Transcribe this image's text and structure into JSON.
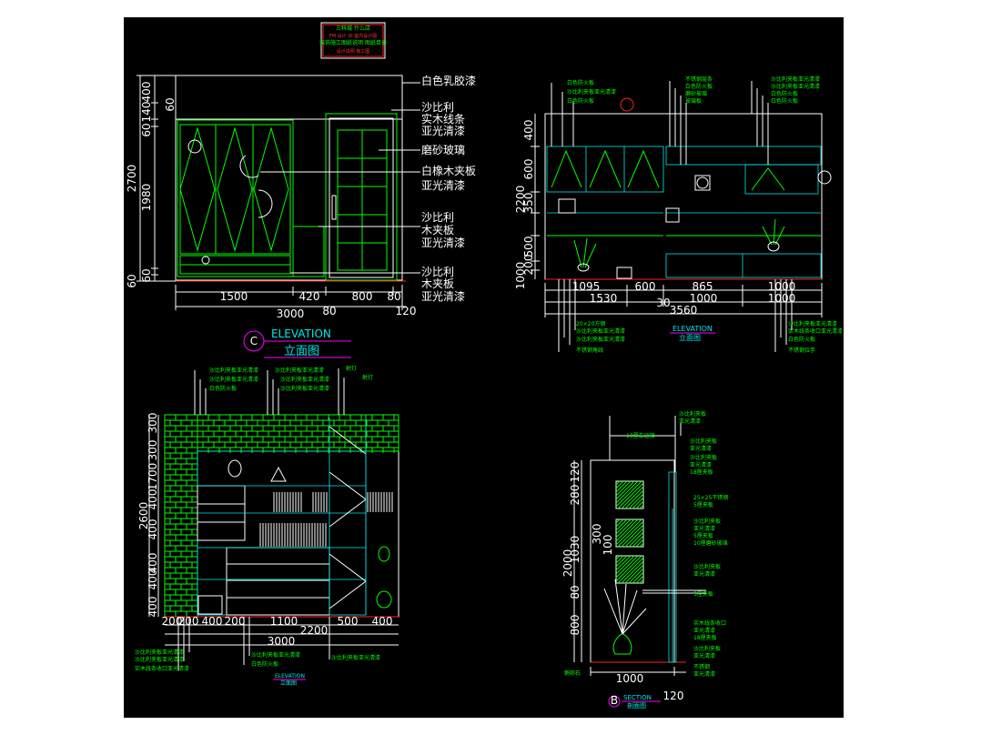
{
  "title_block": {
    "line1": "三科城  什么店",
    "line2": "FM 设计  ID 室内设计图",
    "line3": "装饰施工图纸说明 图纸目录",
    "line4": "设计说明 施工图"
  },
  "view1": {
    "labels": [
      "白色乳胶漆",
      "沙比利",
      "实木线条",
      "亚光清漆",
      "磨砂玻璃",
      "白橡木夹板",
      "亚光清漆",
      "沙比利",
      "木夹板",
      "亚光清漆",
      "沙比利",
      "木夹板",
      "亚光清漆"
    ],
    "dims_vertical": [
      "400",
      "140",
      "60",
      "60",
      "2700",
      "1980",
      "60",
      "60"
    ],
    "dims_horizontal": [
      "1500",
      "420",
      "800",
      "80",
      "80",
      "3000",
      "120"
    ],
    "marker": "C",
    "title_en": "ELEVATION",
    "title_cn": "立面图"
  },
  "view2": {
    "labels_top_left": [
      "白色防火板",
      "沙比利夹板亚光清漆",
      "白色防火板"
    ],
    "labels_top_right": [
      "不锈钢层条",
      "白色防火板",
      "磨砂玻璃",
      "玻璃板",
      "沙比利夹板亚光清漆",
      "沙比利夹板亚光清漆",
      "白色防火板",
      "白色防火板"
    ],
    "dims_vertical": [
      "400",
      "600",
      "350",
      "2200",
      "500",
      "200",
      "1000"
    ],
    "dims_horizontal": [
      "1095",
      "600",
      "865",
      "1000",
      "1530",
      "30",
      "1000",
      "1000",
      "3560"
    ],
    "labels_bottom_left": [
      "20×20方钢",
      "沙比利夹板亚光清漆",
      "沙比利夹板亚光清漆",
      "不锈钢角线"
    ],
    "labels_bottom_right": [
      "沙比利夹板亚光清漆",
      "实木线条收口亚光清漆",
      "白色防火板",
      "不锈钢拉手"
    ],
    "title_en": "ELEVATION",
    "title_cn": "立面图"
  },
  "view3": {
    "labels_top": [
      "沙比利夹板亚光清漆",
      "沙比利夹板亚光清漆",
      "白色防火板",
      "沙比利夹板亚光清漆",
      "沙比利夹板亚光清漆",
      "沙比利夹板亚光清漆",
      "射灯",
      "射灯"
    ],
    "dims_vertical": [
      "300",
      "300",
      "1700",
      "400",
      "400",
      "400",
      "2600",
      "400",
      "400"
    ],
    "dims_horizontal": [
      "200",
      "200",
      "400",
      "200",
      "1100",
      "500",
      "400",
      "2200",
      "3000"
    ],
    "labels_bottom": [
      "沙比利夹板亚光清漆",
      "沙比利夹板亚光清漆",
      "实木线条收口亚光清漆",
      "沙比利夹板亚光清漆",
      "白色防火板",
      "沙比利夹板亚光清漆"
    ],
    "title_en": "ELEVATION",
    "title_cn": "立面图"
  },
  "view4": {
    "labels_right": [
      "沙比利夹板",
      "亚光清漆",
      "10厘车边镜",
      "沙比利夹板",
      "亚光清漆",
      "沙比利夹板",
      "亚光清漆",
      "18厘夹板",
      "25×25不锈钢",
      "5厘夹板",
      "沙比利夹板",
      "亚光清漆",
      "5厘夹板",
      "10厘磨砂玻璃",
      "沙比利夹板",
      "亚光清漆",
      "5厘夹板",
      "实木线条收口",
      "亚光清漆",
      "18厘夹板",
      "沙比利夹板",
      "亚光清漆",
      "不锈钢",
      "亚光清漆"
    ],
    "dims_vertical": [
      "120",
      "280",
      "300",
      "100",
      "1030",
      "2000",
      "80",
      "800"
    ],
    "dims_horizontal": [
      "1000",
      "120"
    ],
    "label_floor": "鹅卵石",
    "marker": "B",
    "title_en": "SECTION",
    "title_cn": "剖面图"
  }
}
